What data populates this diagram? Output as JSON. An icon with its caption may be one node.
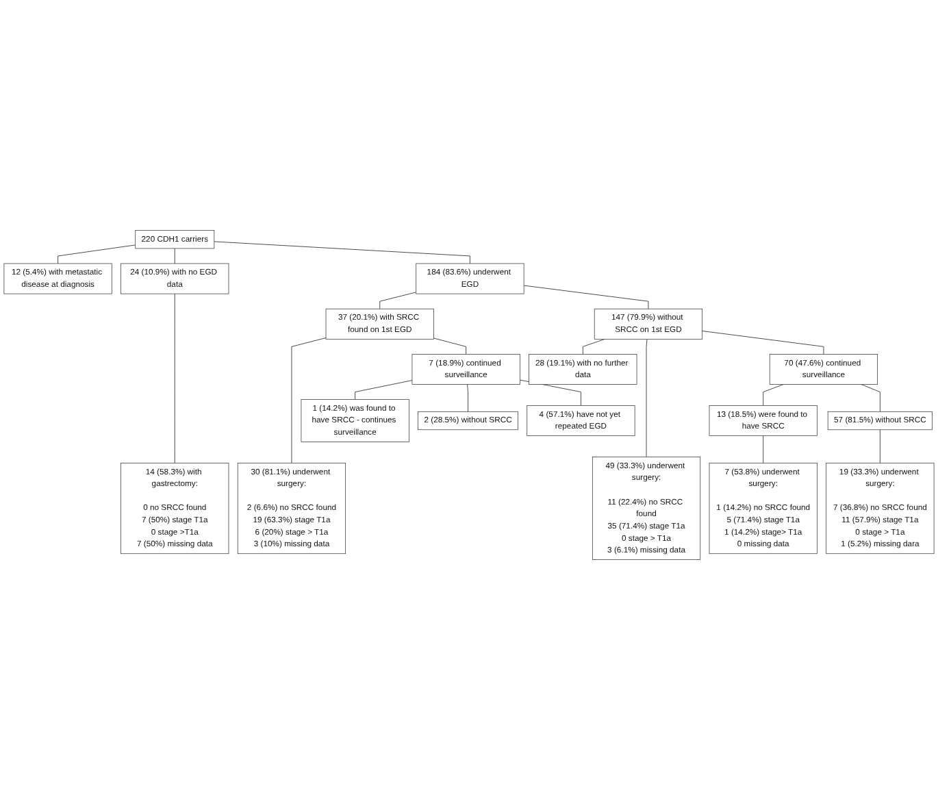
{
  "diagram": {
    "nodes": [
      {
        "text": [
          "220 CDH1 carriers"
        ]
      },
      {
        "text": [
          "12 (5.4%) with metastatic disease at diagnosis"
        ]
      },
      {
        "text": [
          "24 (10.9%) with no EGD data"
        ]
      },
      {
        "text": [
          "184 (83.6%) underwent EGD"
        ]
      },
      {
        "text": [
          "37 (20.1%) with SRCC found on 1st EGD"
        ]
      },
      {
        "text": [
          "147 (79.9%) without SRCC on 1st EGD"
        ]
      },
      {
        "text": [
          "28 (19.1%) with no further data"
        ]
      },
      {
        "text": [
          "7 (18.9%) continued surveillance"
        ]
      },
      {
        "text": [
          "70 (47.6%) continued surveillance"
        ]
      },
      {
        "text": [
          "1 (14.2%) was found to have SRCC - continues surveillance"
        ]
      },
      {
        "text": [
          "2 (28.5%) without SRCC"
        ]
      },
      {
        "text": [
          "4 (57.1%) have not yet repeated EGD"
        ]
      },
      {
        "text": [
          "13 (18.5%) were found to have SRCC"
        ]
      },
      {
        "text": [
          "57 (81.5%) without SRCC"
        ]
      },
      {
        "text": [
          "14 (58.3%) with gastrectomy:",
          "0 no SRCC found",
          "7 (50%) stage T1a",
          "0 stage >T1a",
          "7 (50%) missing data"
        ]
      },
      {
        "text": [
          "30 (81.1%) underwent surgery:",
          "2 (6.6%) no SRCC found",
          "19 (63.3%) stage T1a",
          "6 (20%) stage > T1a",
          "3 (10%) missing data"
        ]
      },
      {
        "text": [
          "49 (33.3%) underwent surgery:",
          "11 (22.4%) no SRCC found",
          "35 (71.4%) stage T1a",
          "0 stage > T1a",
          "3 (6.1%) missing data"
        ]
      },
      {
        "text": [
          "7 (53.8%) underwent surgery:",
          "1 (14.2%) no SRCC found",
          "5 (71.4%) stage T1a",
          "1 (14.2%) stage> T1a",
          "0 missing data"
        ]
      },
      {
        "text": [
          "19 (33.3%) underwent surgery:",
          "7 (36.8%) no SRCC found",
          "11 (57.9%) stage T1a",
          "0 stage > T1a",
          "1 (5.2%) missing dara"
        ]
      }
    ],
    "edges": [
      {
        "from": 0,
        "to": 1,
        "arrow": "none"
      },
      {
        "from": 0,
        "to": 2,
        "arrow": "none"
      },
      {
        "from": 0,
        "to": 3,
        "arrow": "none"
      },
      {
        "from": 2,
        "to": 14,
        "arrow": "none"
      },
      {
        "from": 3,
        "to": 4,
        "arrow": "none"
      },
      {
        "from": 3,
        "to": 5,
        "arrow": "none"
      },
      {
        "from": 4,
        "to": 15,
        "arrow": "none"
      },
      {
        "from": 4,
        "to": 7,
        "arrow": "none"
      },
      {
        "from": 5,
        "to": 6,
        "arrow": "none"
      },
      {
        "from": 5,
        "to": 16,
        "arrow": "none"
      },
      {
        "from": 5,
        "to": 8,
        "arrow": "none"
      },
      {
        "from": 7,
        "to": 9,
        "arrow": "none"
      },
      {
        "from": 7,
        "to": 10,
        "arrow": "none"
      },
      {
        "from": 7,
        "to": 11,
        "arrow": "none"
      },
      {
        "from": 8,
        "to": 12,
        "arrow": "none"
      },
      {
        "from": 8,
        "to": 13,
        "arrow": "none"
      },
      {
        "from": 12,
        "to": 17,
        "arrow": "none"
      },
      {
        "from": 13,
        "to": 18,
        "arrow": "none"
      }
    ]
  }
}
